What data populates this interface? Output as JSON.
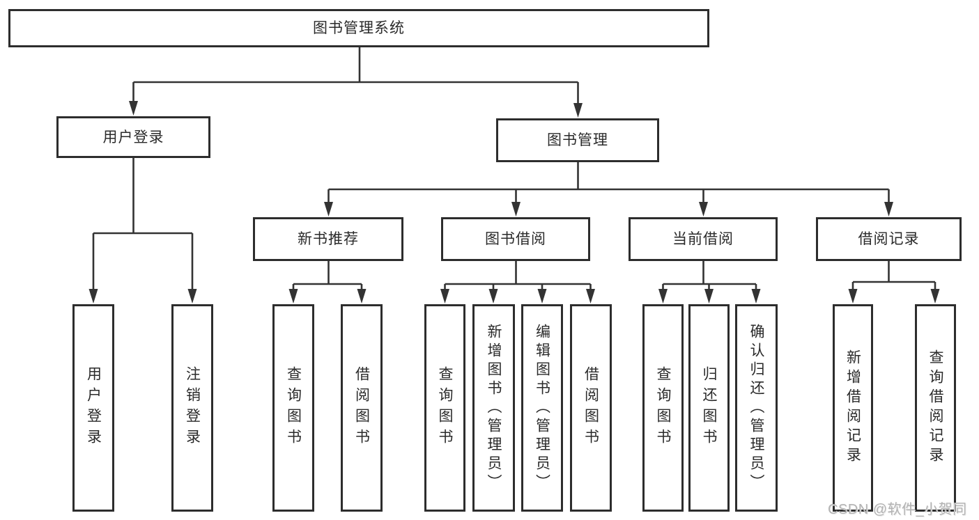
{
  "tree": {
    "label": "图书管理系统",
    "children": [
      {
        "label": "用户登录",
        "children": [
          {
            "label": "用户登录"
          },
          {
            "label": "注销登录"
          }
        ]
      },
      {
        "label": "图书管理",
        "children": [
          {
            "label": "新书推荐",
            "children": [
              {
                "label": "查询图书"
              },
              {
                "label": "借阅图书"
              }
            ]
          },
          {
            "label": "图书借阅",
            "children": [
              {
                "label": "查询图书"
              },
              {
                "label": "新增图书（管理员）"
              },
              {
                "label": "编辑图书（管理员）"
              },
              {
                "label": "借阅图书"
              }
            ]
          },
          {
            "label": "当前借阅",
            "children": [
              {
                "label": "查询图书"
              },
              {
                "label": "归还图书"
              },
              {
                "label": "确认归还（管理员）"
              }
            ]
          },
          {
            "label": "借阅记录",
            "children": [
              {
                "label": "新增借阅记录"
              },
              {
                "label": "查询借阅记录"
              }
            ]
          }
        ]
      }
    ]
  },
  "watermark": {
    "text": "CSDN @软件_小贺同学"
  },
  "colors": {
    "line": "#333333",
    "box_border": "#2d2d2d",
    "text": "#2a2a2a",
    "watermark": "#b3b3b3",
    "background": "#ffffff"
  }
}
